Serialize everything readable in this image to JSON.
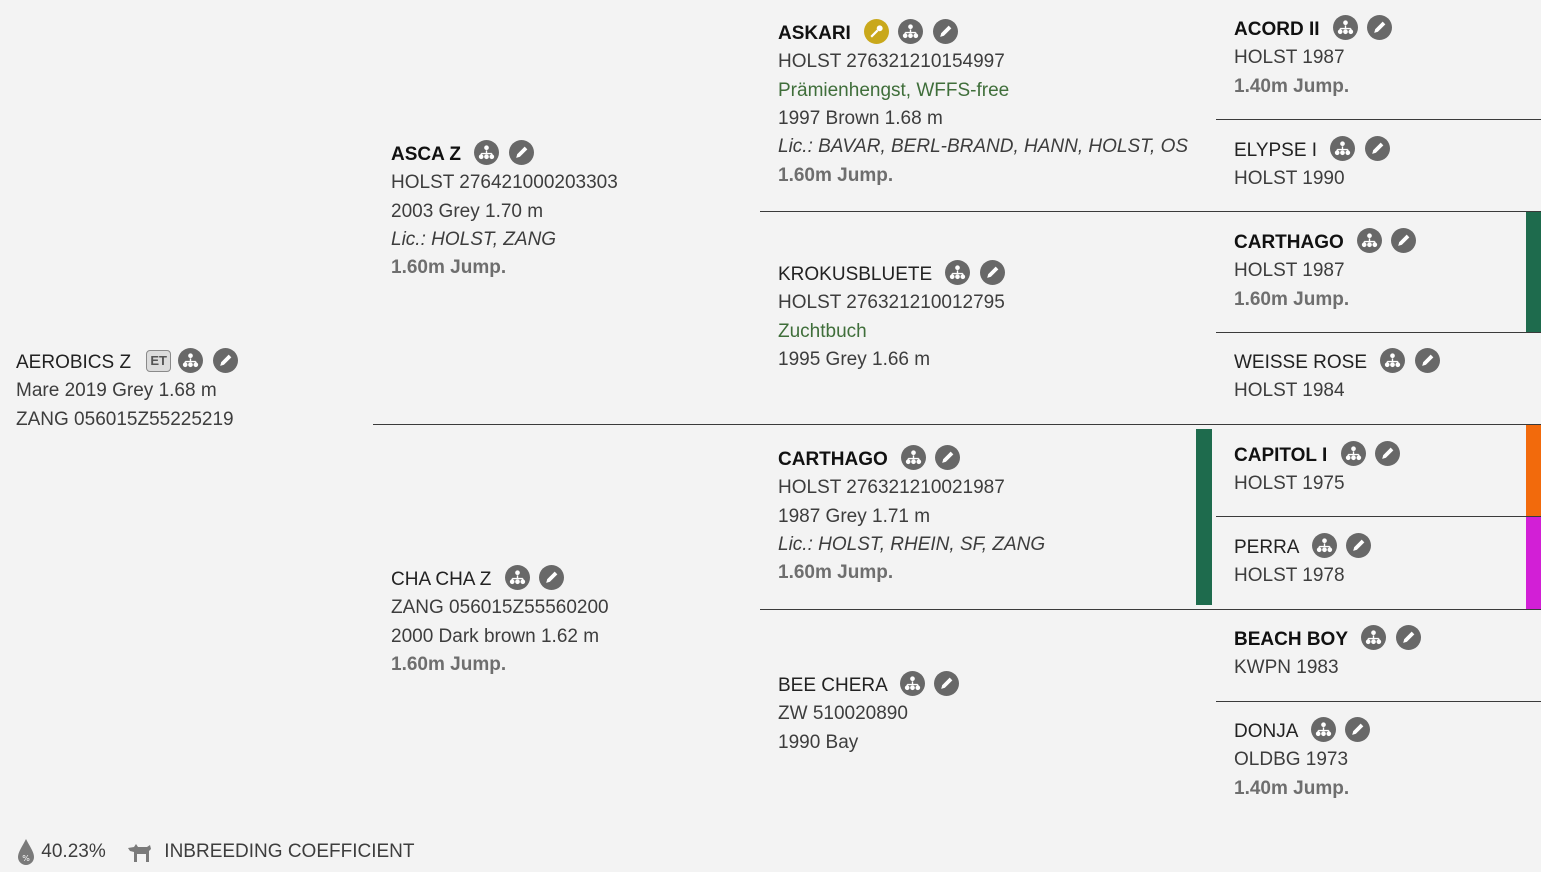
{
  "subject": {
    "name": "AEROBICS Z",
    "badge": "ET",
    "line1": "Mare 2019 Grey 1.68 m",
    "line2": "ZANG 056015Z55225219"
  },
  "g1": [
    {
      "name": "ASCA Z",
      "reg": "HOLST 276421000203303",
      "born": "2003 Grey 1.70 m",
      "lic": "Lic.: HOLST, ZANG",
      "sport": "1.60m Jump."
    },
    {
      "name": "CHA CHA Z",
      "reg": "ZANG 056015Z55560200",
      "born": "2000 Dark brown 1.62 m",
      "sport": "1.60m Jump."
    }
  ],
  "g2": [
    {
      "name": "ASKARI",
      "reg": "HOLST 276321210154997",
      "status": "Prämienhengst, WFFS-free",
      "born": "1997 Brown 1.68 m",
      "lic": "Lic.: BAVAR, BERL-BRAND, HANN, HOLST, OS",
      "sport": "1.60m Jump."
    },
    {
      "name": "KROKUSBLUETE",
      "reg": "HOLST 276321210012795",
      "status": "Zuchtbuch",
      "born": "1995 Grey 1.66 m"
    },
    {
      "name": "CARTHAGO",
      "reg": "HOLST 276321210021987",
      "born": "1987 Grey 1.71 m",
      "lic": "Lic.: HOLST, RHEIN, SF, ZANG",
      "sport": "1.60m Jump."
    },
    {
      "name": "BEE CHERA",
      "reg": "ZW 510020890",
      "born": "1990 Bay"
    }
  ],
  "g3": [
    {
      "name": "ACORD II",
      "reg": "HOLST 1987",
      "sport": "1.40m Jump."
    },
    {
      "name": "ELYPSE I",
      "reg": "HOLST 1990"
    },
    {
      "name": "CARTHAGO",
      "reg": "HOLST 1987",
      "sport": "1.60m Jump."
    },
    {
      "name": "WEISSE ROSE",
      "reg": "HOLST 1984"
    },
    {
      "name": "CAPITOL I",
      "reg": "HOLST 1975"
    },
    {
      "name": "PERRA",
      "reg": "HOLST 1978"
    },
    {
      "name": "BEACH BOY",
      "reg": "KWPN 1983"
    },
    {
      "name": "DONJA",
      "reg": "OLDBG 1973",
      "sport": "1.40m Jump."
    }
  ],
  "footer": {
    "percent": "40.23%",
    "label": "INBREEDING COEFFICIENT"
  },
  "icons": [
    "pedigree-icon",
    "edit-icon",
    "key-icon",
    "drop-percent-icon",
    "horse-icon"
  ],
  "colors": {
    "background": "#f3f3f3",
    "inbreeding_green": "#1e6b4d",
    "inbreeding_orange": "#f26a0c",
    "inbreeding_magenta": "#d21fd6",
    "key_gold": "#c9a81b",
    "icon_gray": "#686868"
  }
}
